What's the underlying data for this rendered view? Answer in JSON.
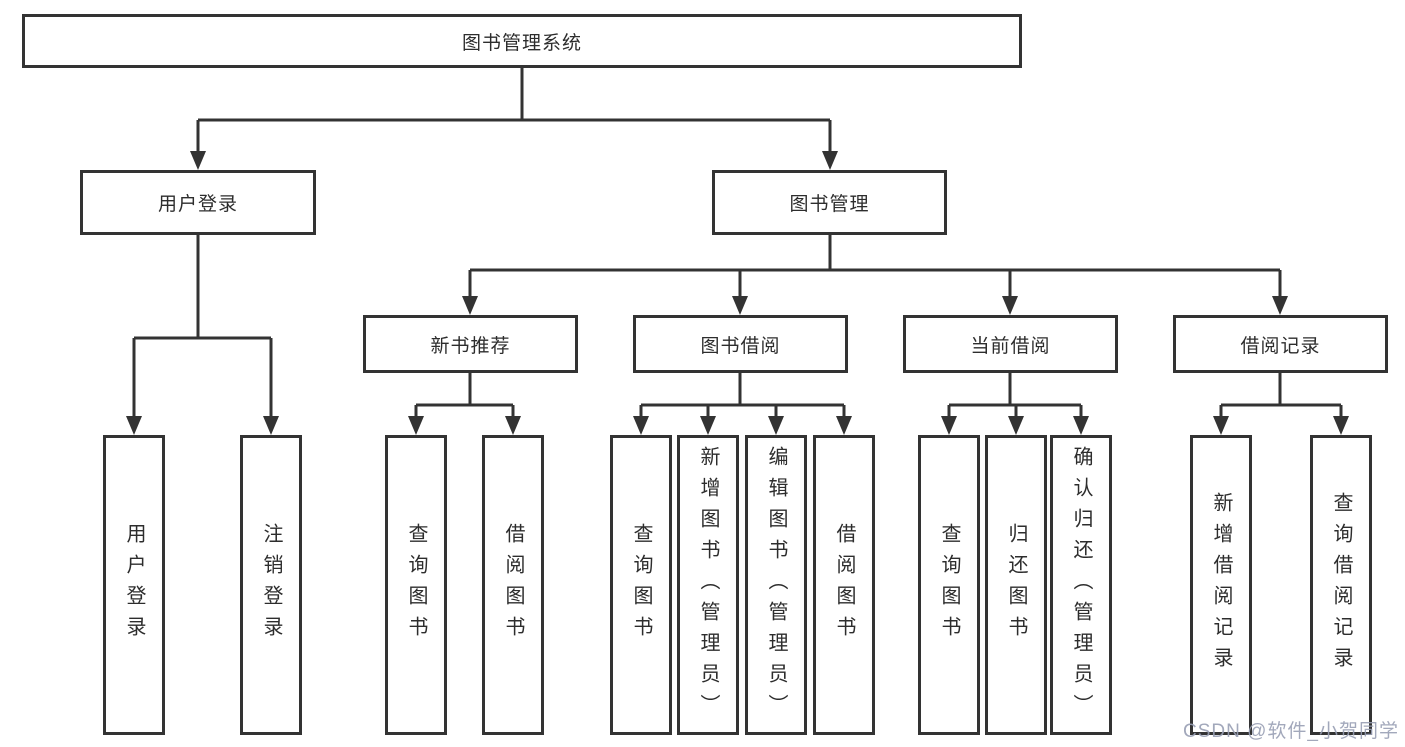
{
  "diagram_type": "hierarchy",
  "tree": {
    "label": "图书管理系统",
    "children": [
      {
        "label": "用户登录",
        "children": [
          {
            "label": "用户登录"
          },
          {
            "label": "注销登录"
          }
        ]
      },
      {
        "label": "图书管理",
        "children": [
          {
            "label": "新书推荐",
            "children": [
              {
                "label": "查询图书"
              },
              {
                "label": "借阅图书"
              }
            ]
          },
          {
            "label": "图书借阅",
            "children": [
              {
                "label": "查询图书"
              },
              {
                "label": "新增图书（管理员）"
              },
              {
                "label": "编辑图书（管理员）"
              },
              {
                "label": "借阅图书"
              }
            ]
          },
          {
            "label": "当前借阅",
            "children": [
              {
                "label": "查询图书"
              },
              {
                "label": "归还图书"
              },
              {
                "label": "确认归还（管理员）"
              }
            ]
          },
          {
            "label": "借阅记录",
            "children": [
              {
                "label": "新增借阅记录"
              },
              {
                "label": "查询借阅记录"
              }
            ]
          }
        ]
      }
    ]
  },
  "watermark": {
    "text": "CSDN @软件_小贺同学"
  },
  "colors": {
    "line": "#333333",
    "box_border": "#333333",
    "box_fill": "#ffffff",
    "text": "#2d2d2d",
    "watermark": "#989eb4"
  }
}
